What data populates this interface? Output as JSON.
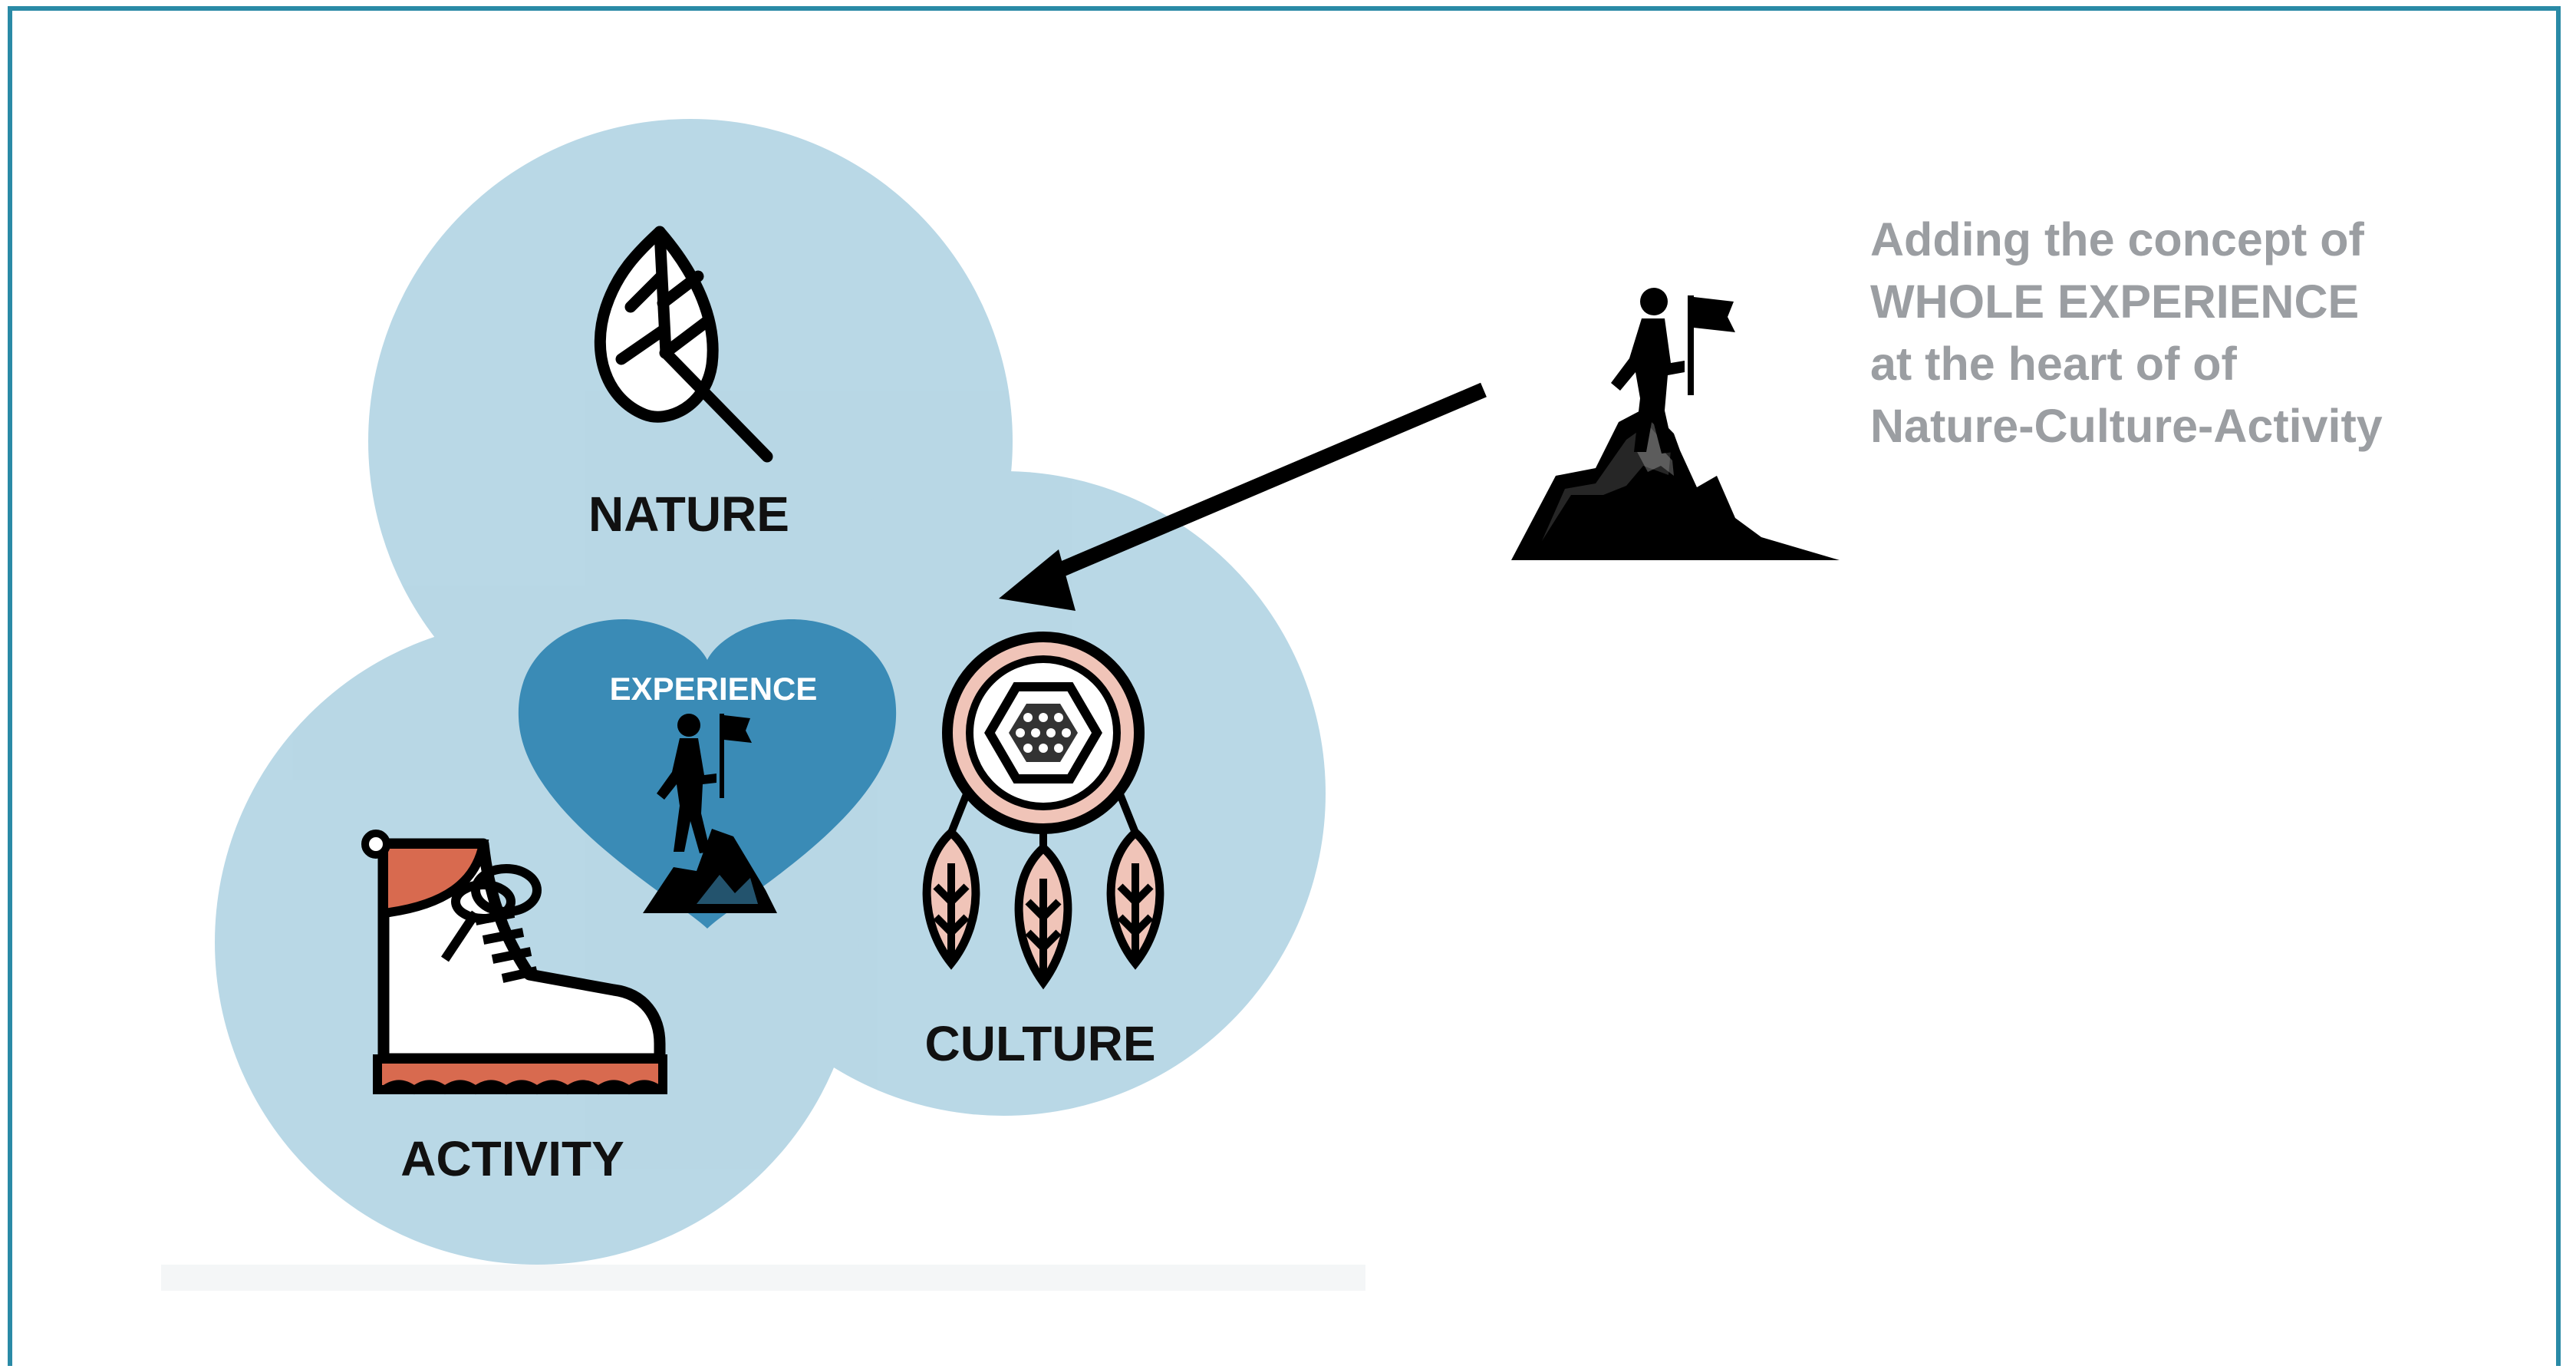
{
  "colors": {
    "frame": "#2a8aa6",
    "circle": "#a9cfe0",
    "heart": "#3a8bb6",
    "icon": "#000000",
    "callout_text": "#9b9ea2",
    "boot_accent": "#d86a4f",
    "feather_fill": "#f0c4b8"
  },
  "diagram": {
    "nature_label": "NATURE",
    "culture_label": "CULTURE",
    "activity_label": "ACTIVITY",
    "center_label": "EXPERIENCE",
    "icons": {
      "nature": "leaf-icon",
      "culture": "dreamcatcher-icon",
      "activity": "hiking-boot-icon",
      "center": "summit-climber-icon",
      "callout": "summit-climber-icon"
    }
  },
  "callout": {
    "lines": [
      "Adding the concept of",
      "WHOLE EXPERIENCE",
      "at the heart of of",
      "Nature-Culture-Activity"
    ]
  }
}
